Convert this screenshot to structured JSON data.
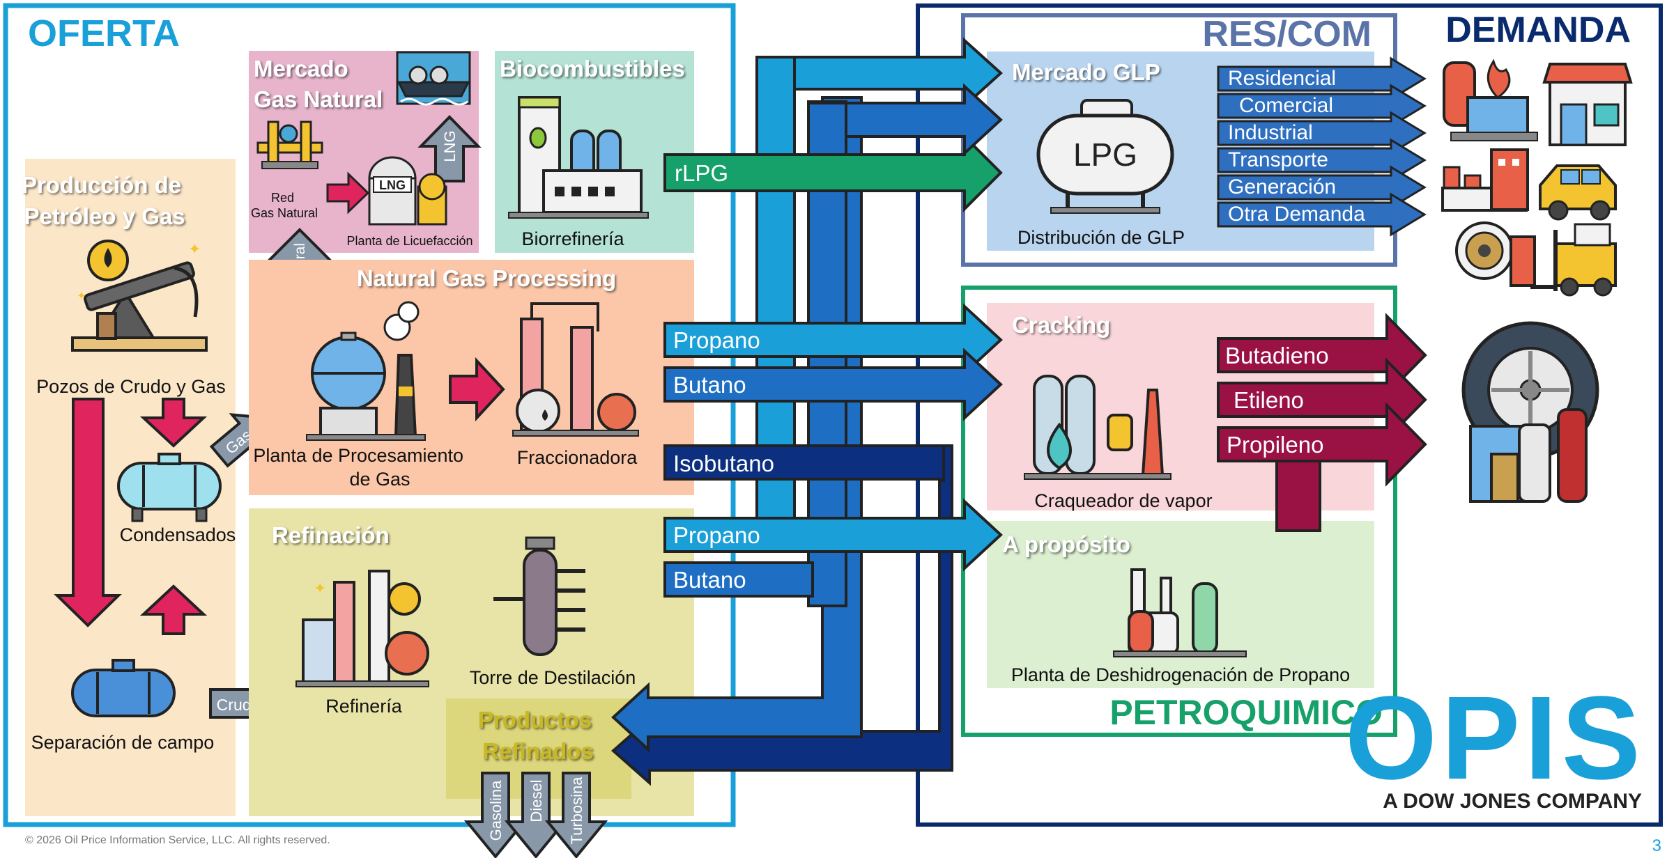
{
  "supply": {
    "title": "OFERTA",
    "production": {
      "title": "Producción de Petróleo y Gas",
      "wells": "Pozos de Crudo y Gas",
      "condensates": "Condensados",
      "field_separation": "Separación de campo"
    },
    "gas_market": {
      "title": "Mercado Gas Natural",
      "network": "Red Gas Natural",
      "liquefaction": "Planta de Licuefacción",
      "lng_badge": "LNG",
      "lng_arrow": "LNG",
      "gas_arrow": "Gas Natural"
    },
    "biofuels": {
      "title": "Biocombustibles",
      "biorefinery": "Biorrefinería"
    },
    "gas_processing": {
      "title": "Natural Gas Processing",
      "plant": "Planta de Procesamiento de Gas",
      "fractionator": "Fraccionadora",
      "gas_arrow": "Gas"
    },
    "refining": {
      "title": "Refinación",
      "refinery": "Refinería",
      "distillation": "Torre de Destilación",
      "crude_arrow": "Crudo"
    },
    "refined_products": {
      "title": "Productos Refinados",
      "items": [
        "Gasolina",
        "Diesel",
        "Turbosina"
      ]
    }
  },
  "flows": {
    "rlpg": "rLPG",
    "propane_1": "Propano",
    "butane_1": "Butano",
    "isobutane": "Isobutano",
    "propane_2": "Propano",
    "butane_2": "Butano"
  },
  "demand": {
    "title": "DEMANDA",
    "rescom": {
      "title": "RES/COM",
      "lpg_market": "Mercado GLP",
      "lpg_badge": "LPG",
      "distribution": "Distribución de GLP",
      "sectors": [
        "Residencial",
        "Comercial",
        "Industrial",
        "Transporte",
        "Generación",
        "Otra Demanda"
      ]
    },
    "petrochemical": {
      "title": "PETROQUIMICO",
      "cracking": "Cracking",
      "steam_cracker": "Craqueador de vapor",
      "products": [
        "Butadieno",
        "Etileno",
        "Propileno"
      ],
      "on_purpose": "A propósito",
      "pdh": "Planta de Deshidrogenación de Propano"
    }
  },
  "brand": {
    "name": "OPIS",
    "tagline": "A DOW JONES COMPANY"
  },
  "footer": {
    "copyright": "© 2026 Oil Price Information Service, LLC. All rights reserved.",
    "page_number": "3"
  },
  "colors": {
    "supply_border": "#1aa0d8",
    "demand_border": "#0a2a6e",
    "rescom_border": "#5a73a8",
    "petro_border": "#16a06a",
    "arrow_light": "#1a9fd8",
    "arrow_mid": "#1e6fc4",
    "arrow_dark": "#0c2f80",
    "arrow_green": "#16a06a",
    "arrow_maroon": "#9a1244",
    "arrow_pink": "#e0245e",
    "arrow_gray": "#8898a8"
  }
}
